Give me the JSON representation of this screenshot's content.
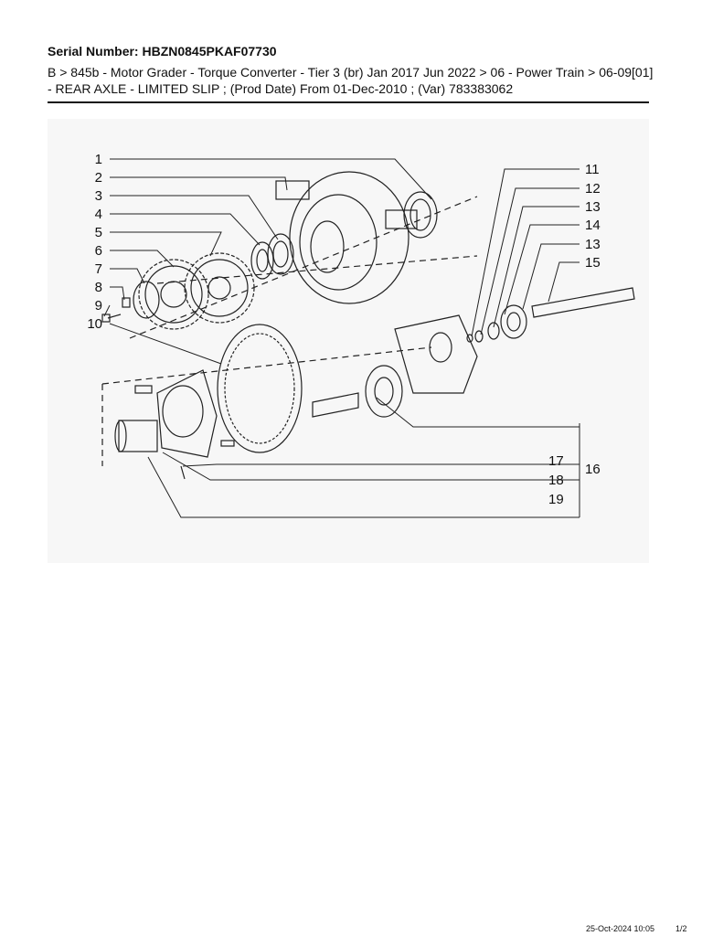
{
  "header": {
    "serial": "Serial Number: HBZN0845PKAF07730",
    "breadcrumb": "B > 845b - Motor Grader - Torque Converter - Tier 3 (br) Jan 2017 Jun 2022 > 06 - Power Train > 06-09[01] - REAR AXLE - LIMITED SLIP ; (Prod Date) From 01-Dec-2010 ; (Var) 783383062"
  },
  "diagram": {
    "callouts": [
      "1",
      "2",
      "3",
      "4",
      "5",
      "6",
      "7",
      "8",
      "9",
      "10",
      "11",
      "12",
      "13",
      "14",
      "13",
      "15",
      "17",
      "18",
      "19",
      "16"
    ]
  },
  "footer": {
    "datetime": "25-Oct-2024 10:05",
    "page": "1/2"
  }
}
